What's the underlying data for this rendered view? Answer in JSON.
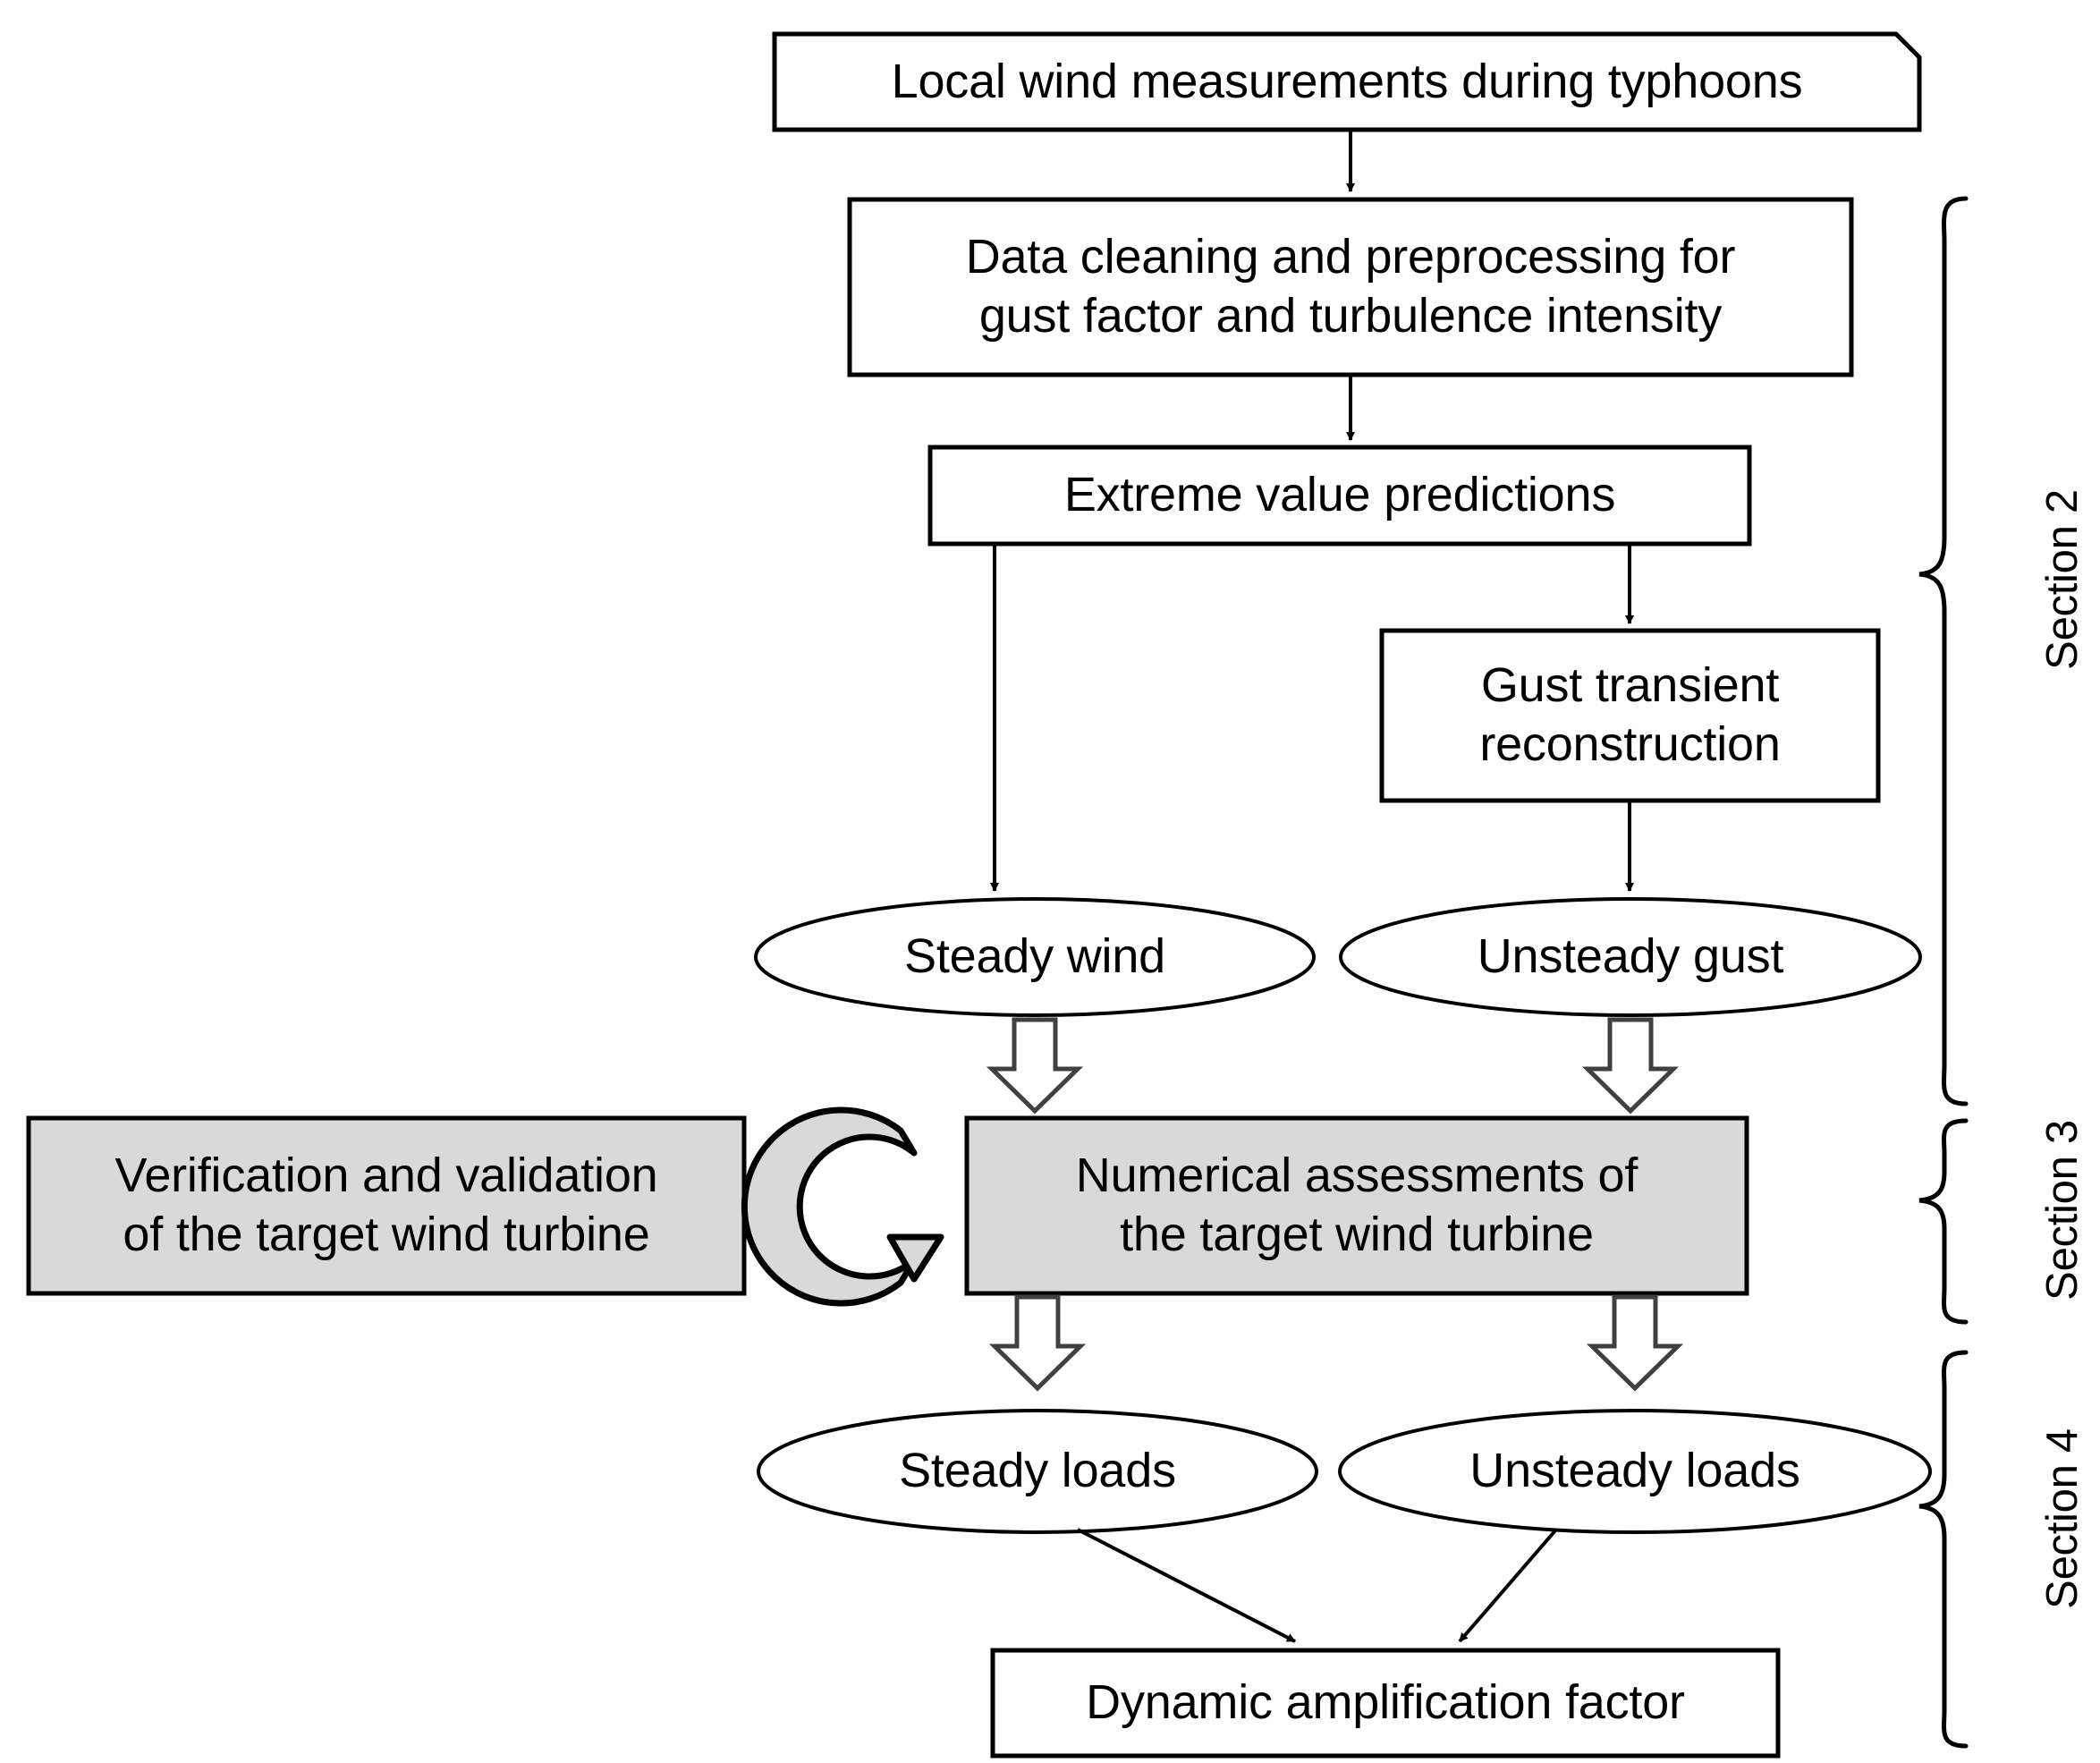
{
  "diagram": {
    "title_nodes": {
      "local_wind": "Local wind measurements during typhoons",
      "data_cleaning": "Data cleaning and preprocessing for\ngust factor and turbulence intensity",
      "extreme_value": "Extreme value predictions",
      "gust_transient": "Gust transient\nreconstruction",
      "steady_wind": "Steady wind",
      "unsteady_gust": "Unsteady gust",
      "verification": "Verification and validation\nof the target wind turbine",
      "numerical": "Numerical assessments of\nthe target wind turbine",
      "steady_loads": "Steady loads",
      "unsteady_loads": "Unsteady loads",
      "dynamic_amp": "Dynamic amplification factor"
    },
    "section_labels": {
      "section2": "Section 2",
      "section3": "Section 3",
      "section4": "Section 4"
    },
    "icons": {
      "recycle_loop": "circular-arrow-icon",
      "block_arrow": "block-arrow-down-icon",
      "line_arrow": "arrow-down-icon",
      "brace": "curly-brace-icon"
    },
    "colors": {
      "stroke": "#000000",
      "fill_white": "#ffffff",
      "fill_gray": "#d9d9d9",
      "text": "#000000"
    }
  }
}
